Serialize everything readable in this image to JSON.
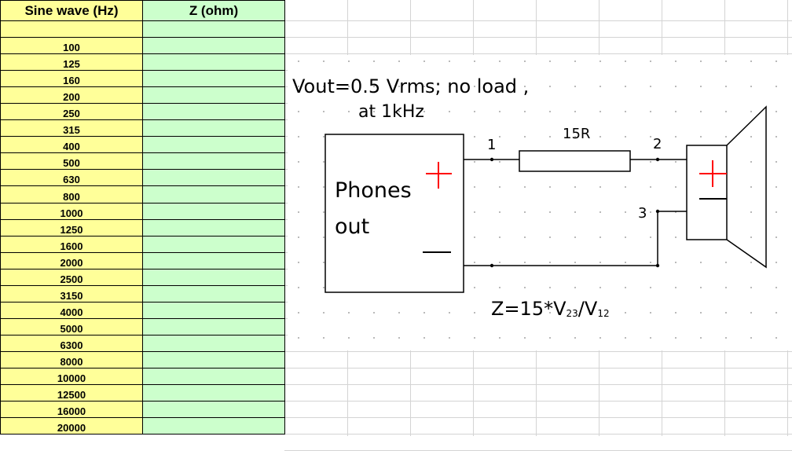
{
  "table": {
    "col_a_header": "Sine wave (Hz)",
    "col_b_header": "Z (ohm)",
    "frequencies": [
      "100",
      "125",
      "160",
      "200",
      "250",
      "315",
      "400",
      "500",
      "630",
      "800",
      "1000",
      "1250",
      "1600",
      "2000",
      "2500",
      "3150",
      "4000",
      "5000",
      "6300",
      "8000",
      "10000",
      "12500",
      "16000",
      "20000"
    ],
    "col_a_color": "#ffff99",
    "col_b_color": "#ccffcc"
  },
  "diagram": {
    "note_line1": "Vout=0.5 Vrms; no load ,",
    "note_line2": "at 1kHz",
    "source_label_line1": "Phones",
    "source_label_line2": "out",
    "resistor_label": "15R",
    "node1": "1",
    "node2": "2",
    "node3": "3",
    "formula_main": "Z=15*V",
    "formula_sub1": "23",
    "formula_mid": "/V",
    "formula_sub2": "12",
    "plus_color": "#ff0000"
  }
}
